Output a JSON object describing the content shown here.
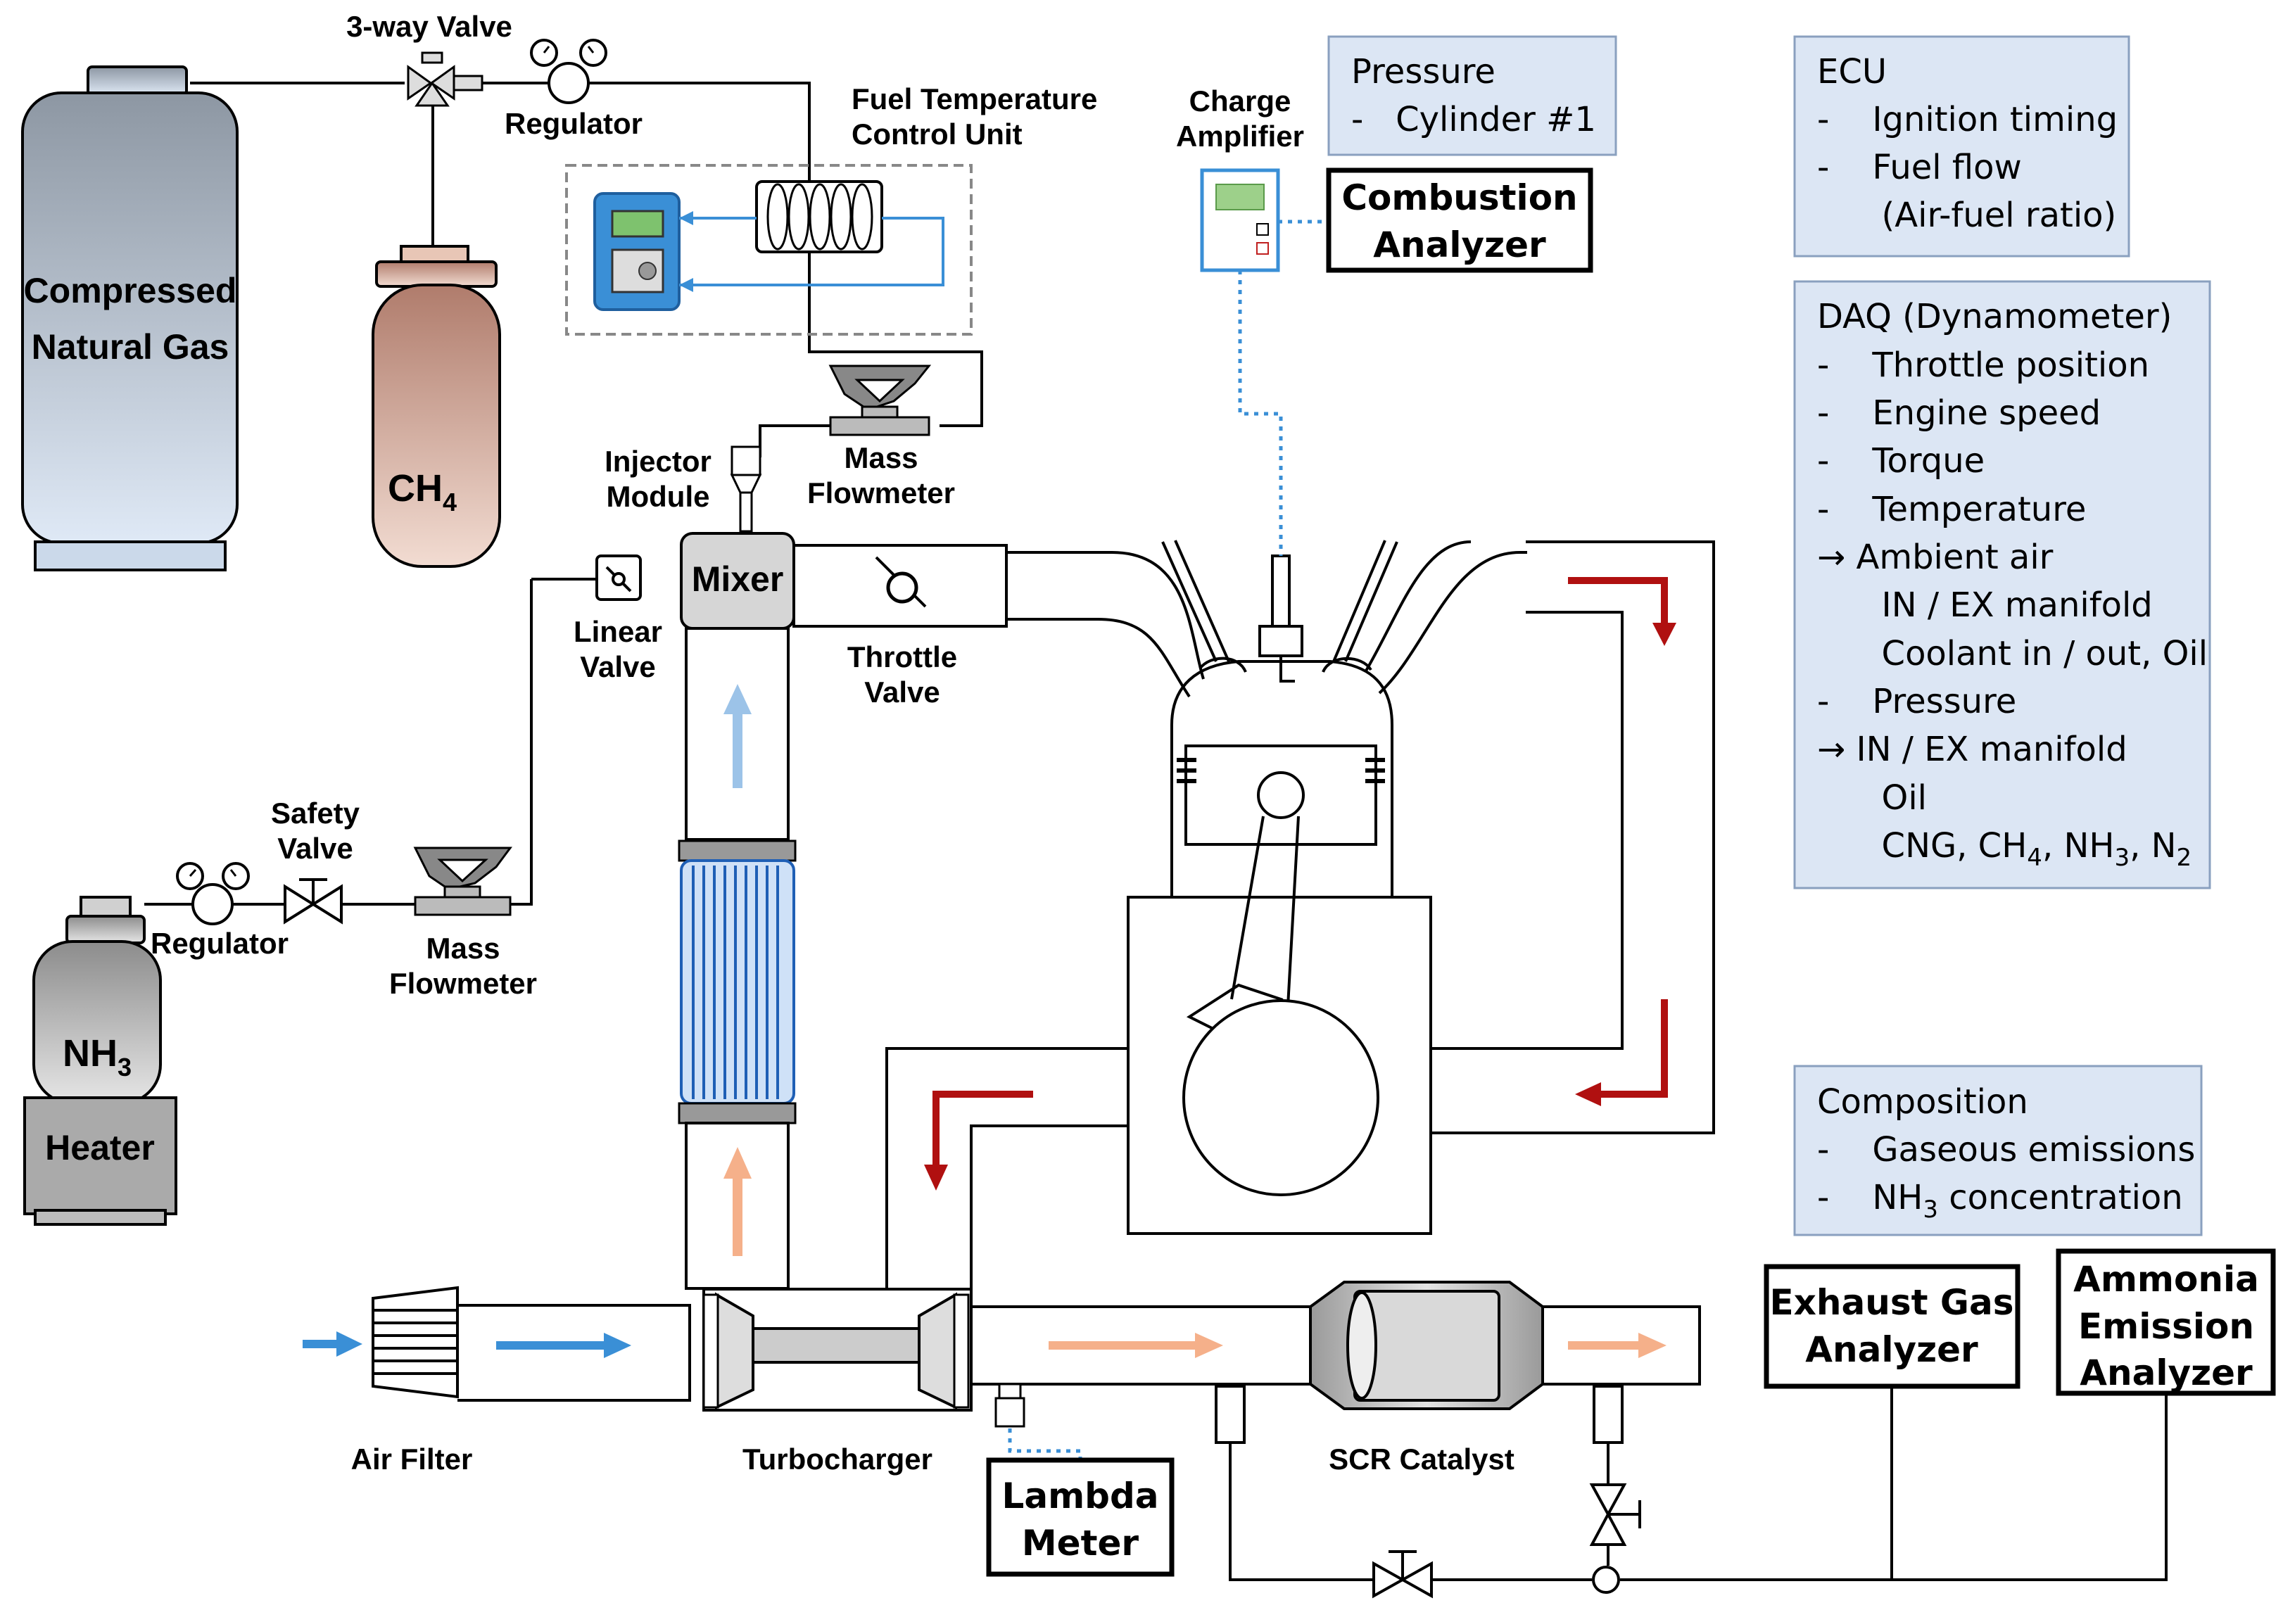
{
  "labels": {
    "three_way_valve": "3-way Valve",
    "regulator_top": "Regulator",
    "ftcu_line1": "Fuel Temperature",
    "ftcu_line2": "Control Unit",
    "charge_amp_line1": "Charge",
    "charge_amp_line2": "Amplifier",
    "cng_line1": "Compressed",
    "cng_line2": "Natural Gas",
    "ch4": "CH",
    "ch4_sub": "4",
    "injector_line1": "Injector",
    "injector_line2": "Module",
    "mass_flowmeter_top_line1": "Mass",
    "mass_flowmeter_top_line2": "Flowmeter",
    "mixer": "Mixer",
    "linear_valve_line1": "Linear",
    "linear_valve_line2": "Valve",
    "throttle_valve_line1": "Throttle",
    "throttle_valve_line2": "Valve",
    "safety_valve_line1": "Safety",
    "safety_valve_line2": "Valve",
    "regulator_bottom": "Regulator",
    "mass_flowmeter_bottom_line1": "Mass",
    "mass_flowmeter_bottom_line2": "Flowmeter",
    "nh3": "NH",
    "nh3_sub": "3",
    "heater": "Heater",
    "air_filter": "Air Filter",
    "turbocharger": "Turbocharger",
    "scr_catalyst": "SCR Catalyst"
  },
  "instruments": {
    "combustion_analyzer_line1": "Combustion",
    "combustion_analyzer_line2": "Analyzer",
    "lambda_meter_line1": "Lambda",
    "lambda_meter_line2": "Meter",
    "exhaust_gas_analyzer_line1": "Exhaust Gas",
    "exhaust_gas_analyzer_line2": "Analyzer",
    "ammonia_analyzer_line1": "Ammonia",
    "ammonia_analyzer_line2": "Emission",
    "ammonia_analyzer_line3": "Analyzer"
  },
  "info_boxes": {
    "pressure": {
      "title": "Pressure",
      "item1": "-   Cylinder #1"
    },
    "ecu": {
      "title": "ECU",
      "item1": "-    Ignition timing",
      "item2": "-    Fuel flow",
      "item3": "      (Air-fuel ratio)"
    },
    "daq": {
      "title": "DAQ (Dynamometer)",
      "item1": "-    Throttle position",
      "item2": "-    Engine speed",
      "item3": "-    Torque",
      "item4": "-    Temperature",
      "item5": "→ Ambient air",
      "item6": "      IN / EX manifold",
      "item7": "      Coolant in / out, Oil",
      "item8": "-    Pressure",
      "item9": "→ IN / EX manifold",
      "item10": "      Oil",
      "item11_a": "      CNG, CH",
      "item11_s1": "4",
      "item11_b": ", NH",
      "item11_s2": "3",
      "item11_c": ", N",
      "item11_s3": "2"
    },
    "composition": {
      "title": "Composition",
      "item1": "-    Gaseous emissions",
      "item2_a": "-    NH",
      "item2_s": "3",
      "item2_b": " concentration"
    }
  },
  "colors": {
    "info_fill": "#dce6f4",
    "info_stroke": "#8aa0bf",
    "intake_blue": "#3a8fd6",
    "intake_light_blue": "#9cc3e8",
    "exhaust_red": "#b01010",
    "boost_orange": "#f5b08a",
    "cng_tank": "#c4d3e6",
    "ch4_tank": "#dcb7a8",
    "nh3_tank": "#c8c8c8"
  }
}
